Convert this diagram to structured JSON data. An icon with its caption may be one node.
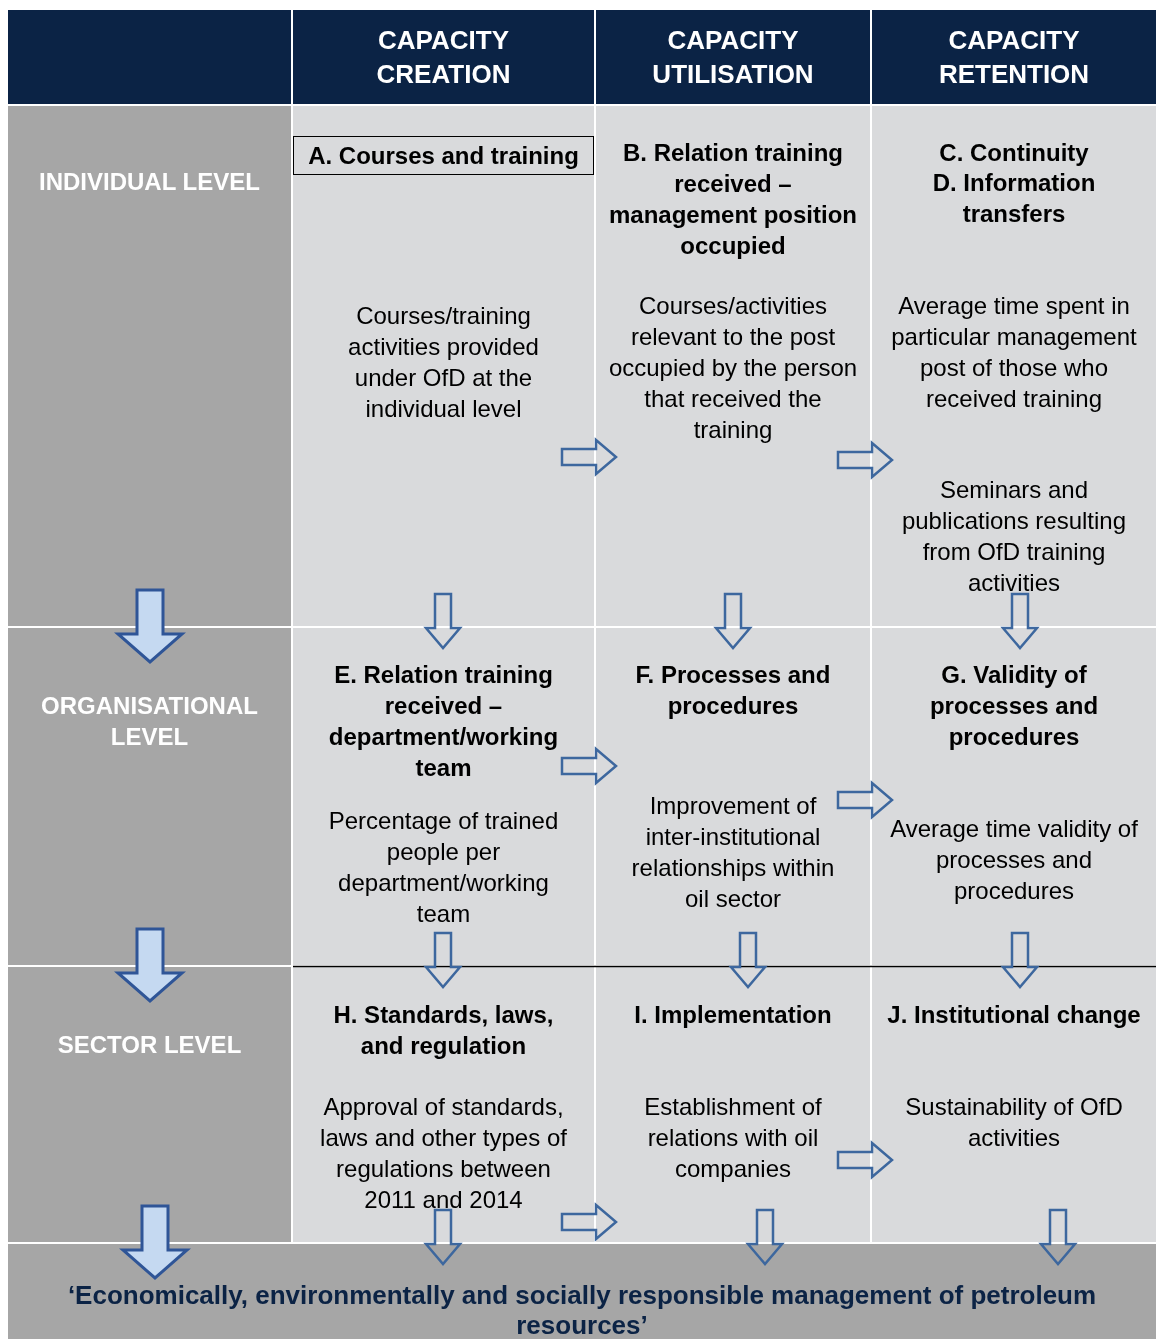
{
  "diagram": {
    "nodes": [
      {
        "text": [
          "CAPACITY CREATION"
        ]
      },
      {
        "text": [
          "CAPACITY UTILISATION"
        ]
      },
      {
        "text": [
          "CAPACITY RETENTION"
        ]
      },
      {
        "text": [
          "INDIVIDUAL LEVEL"
        ]
      },
      {
        "text": [
          "ORGANISATIONAL LEVEL"
        ]
      },
      {
        "text": [
          "SECTOR LEVEL"
        ]
      },
      {
        "text": [
          "A. Courses and training",
          "Courses/training activities provided under OfD at the individual level"
        ]
      },
      {
        "text": [
          "B. Relation training received – management position occupied",
          "Courses/activities relevant to the post occupied by the person that received the training"
        ]
      },
      {
        "text": [
          "C. Continuity",
          "D. Information transfers",
          "Average time spent in particular management post of those who received training",
          "Seminars and publications resulting from OfD training activities"
        ]
      },
      {
        "text": [
          "E. Relation training received – department/working team",
          "Percentage of trained people per department/working team"
        ]
      },
      {
        "text": [
          "F. Processes and procedures",
          "Improvement of inter-institutional relationships within oil sector"
        ]
      },
      {
        "text": [
          "G. Validity of processes and procedures",
          "Average time validity of processes and procedures"
        ]
      },
      {
        "text": [
          "H. Standards, laws, and regulation",
          "Approval of standards, laws and other types of regulations between 2011 and 2014"
        ]
      },
      {
        "text": [
          "I. Implementation",
          "Establishment of relations with oil companies"
        ]
      },
      {
        "text": [
          "J. Institutional change",
          "Sustainability of OfD activities"
        ]
      },
      {
        "text": [
          "‘Economically, environmentally and socially responsible management of petroleum resources’"
        ]
      },
      {
        "text": [],
        "shape": "box"
      }
    ],
    "edges": [
      {
        "from": 6,
        "to": 7,
        "arrow": "to"
      },
      {
        "from": 7,
        "to": 8,
        "arrow": "to"
      },
      {
        "from": 9,
        "to": 10,
        "arrow": "to"
      },
      {
        "from": 10,
        "to": 11,
        "arrow": "to"
      },
      {
        "from": 12,
        "to": 13,
        "arrow": "to"
      },
      {
        "from": 13,
        "to": 14,
        "arrow": "to"
      },
      {
        "from": 6,
        "to": 9,
        "arrow": "to"
      },
      {
        "from": 7,
        "to": 10,
        "arrow": "to"
      },
      {
        "from": 8,
        "to": 11,
        "arrow": "to"
      },
      {
        "from": 9,
        "to": 12,
        "arrow": "to"
      },
      {
        "from": 10,
        "to": 13,
        "arrow": "to"
      },
      {
        "from": 11,
        "to": 14,
        "arrow": "to"
      },
      {
        "from": 12,
        "to": 15,
        "arrow": "to"
      },
      {
        "from": 13,
        "to": 15,
        "arrow": "to"
      },
      {
        "from": 14,
        "to": 15,
        "arrow": "to"
      },
      {
        "from": 3,
        "to": 4,
        "arrow": "to",
        "style": "thick"
      },
      {
        "from": 4,
        "to": 5,
        "arrow": "to",
        "style": "thick"
      },
      {
        "from": 5,
        "to": 15,
        "arrow": "to",
        "style": "thick"
      }
    ]
  }
}
